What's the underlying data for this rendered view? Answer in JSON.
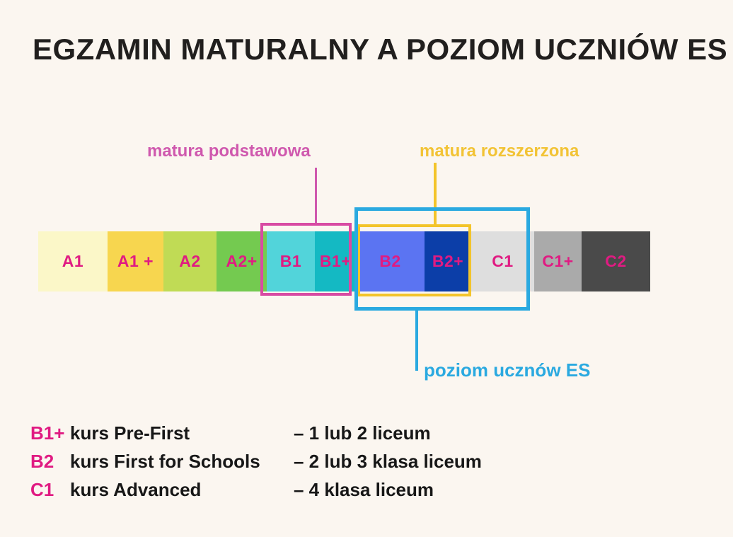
{
  "page": {
    "title": "EGZAMIN MATURALNY A POZIOM UCZNIÓW ES",
    "background_color": "#fbf6f0",
    "title_color": "#211f1e"
  },
  "scale": {
    "level_label_color": "#e01b82",
    "levels": [
      {
        "label": "A1",
        "color": "#fbf7c8",
        "width": 98
      },
      {
        "label": "A1 +",
        "color": "#f7d64f",
        "width": 79
      },
      {
        "label": "A2",
        "color": "#c0db55",
        "width": 75
      },
      {
        "label": "A2+",
        "color": "#74ca50",
        "width": 71
      },
      {
        "label": "B1",
        "color": "#52d4da",
        "width": 68
      },
      {
        "label": "B1+",
        "color": "#14b9c3",
        "width": 58
      },
      {
        "label": "B2",
        "color": "#5b74f2",
        "width": 97
      },
      {
        "label": "B2+",
        "color": "#0c3ea8",
        "width": 66
      },
      {
        "label": "C1",
        "color": "#dedede",
        "width": 89
      },
      {
        "label": "C1+",
        "color": "#aaaaaa",
        "width": 67
      },
      {
        "label": "C2",
        "color": "#4a4a4a",
        "width": 97
      }
    ]
  },
  "annotations": {
    "matura_podstawowa": {
      "label": "matura podstawowa",
      "color": "#cf58ae"
    },
    "matura_rozszerzona": {
      "label": "matura rozszerzona",
      "color": "#f2c335"
    },
    "poziom_es": {
      "label": "poziom ucznów ES",
      "color": "#2aa9e0"
    }
  },
  "legend": {
    "level_color": "#e01b82",
    "text_color": "#171717",
    "rows": [
      {
        "level": "B1+",
        "course": "kurs Pre-First",
        "klass": "– 1 lub 2 liceum"
      },
      {
        "level": "B2",
        "course": "kurs First for Schools",
        "klass": "– 2 lub 3 klasa liceum"
      },
      {
        "level": "C1",
        "course": "kurs Advanced",
        "klass": "– 4 klasa liceum"
      }
    ]
  }
}
